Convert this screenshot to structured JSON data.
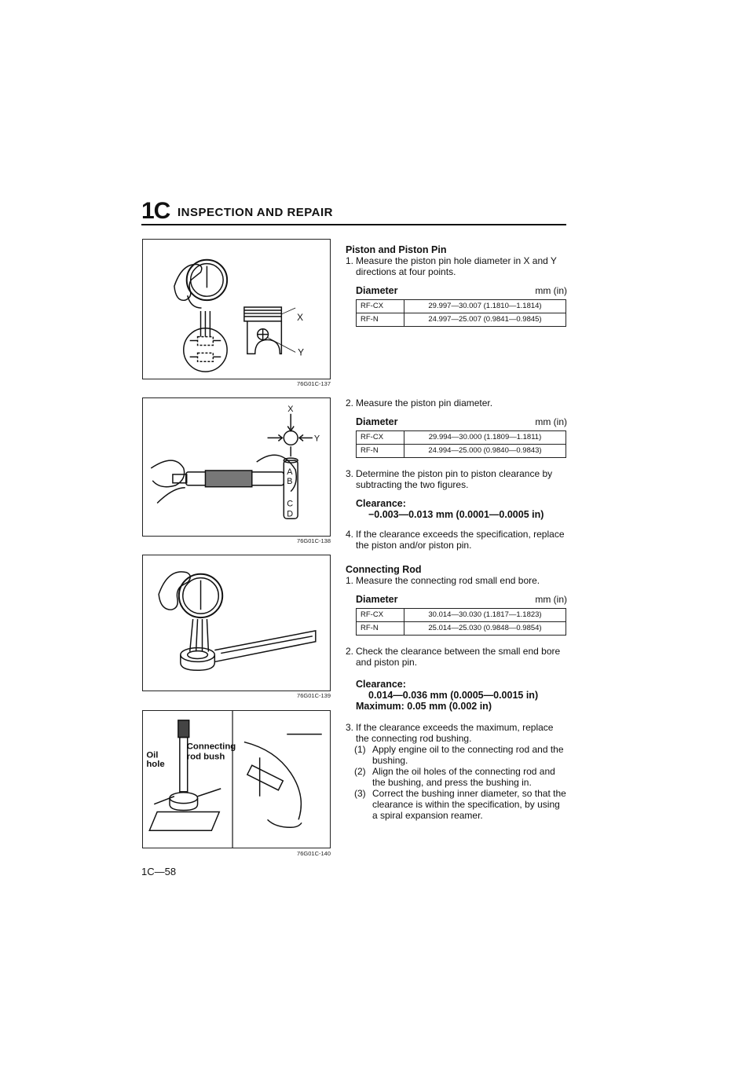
{
  "header": {
    "section_number": "1C",
    "title": "INSPECTION AND REPAIR"
  },
  "figures": [
    {
      "caption": "76G01C-137",
      "labels": [
        "X",
        "Y"
      ]
    },
    {
      "caption": "76G01C-138",
      "labels": [
        "X",
        "Y",
        "A",
        "B",
        "C",
        "D"
      ]
    },
    {
      "caption": "76G01C-139",
      "labels": []
    },
    {
      "caption": "76G01C-140",
      "labels": [
        "Oil",
        "hole",
        "Connecting",
        "rod bush"
      ]
    }
  ],
  "piston": {
    "heading": "Piston and Piston Pin",
    "step1": {
      "num": "1.",
      "text": "Measure the piston pin hole diameter in X and Y directions at four points."
    },
    "table1": {
      "label": "Diameter",
      "unit": "mm (in)",
      "rows": [
        {
          "model": "RF-CX",
          "value": "29.997—30.007 (1.1810—1.1814)"
        },
        {
          "model": "RF-N",
          "value": "24.997—25.007 (0.9841—0.9845)"
        }
      ]
    },
    "step2": {
      "num": "2.",
      "text": "Measure the piston pin diameter."
    },
    "table2": {
      "label": "Diameter",
      "unit": "mm (in)",
      "rows": [
        {
          "model": "RF-CX",
          "value": "29.994—30.000 (1.1809—1.1811)"
        },
        {
          "model": "RF-N",
          "value": "24.994—25.000 (0.9840—0.9843)"
        }
      ]
    },
    "step3": {
      "num": "3.",
      "text": "Determine the piston pin to piston clearance by subtracting the two figures."
    },
    "clearance_label": "Clearance:",
    "clearance_value": "−0.003—0.013 mm (0.0001—0.0005 in)",
    "step4": {
      "num": "4.",
      "text": "If the clearance exceeds the specification, replace the piston and/or piston pin."
    }
  },
  "rod": {
    "heading": "Connecting Rod",
    "step1": {
      "num": "1.",
      "text": "Measure the connecting rod small end bore."
    },
    "table": {
      "label": "Diameter",
      "unit": "mm (in)",
      "rows": [
        {
          "model": "RF-CX",
          "value": "30.014—30.030 (1.1817—1.1823)"
        },
        {
          "model": "RF-N",
          "value": "25.014—25.030 (0.9848—0.9854)"
        }
      ]
    },
    "step2": {
      "num": "2.",
      "text": "Check the clearance between the small end bore and piston pin."
    },
    "clearance_label": "Clearance:",
    "clearance_value": "0.014—0.036 mm (0.0005—0.0015 in)",
    "maximum": "Maximum: 0.05 mm (0.002 in)",
    "step3": {
      "num": "3.",
      "text": "If the clearance exceeds the maximum, replace the connecting rod bushing."
    },
    "substeps": [
      {
        "num": "(1)",
        "text": "Apply engine oil to the connecting rod and the bushing."
      },
      {
        "num": "(2)",
        "text": "Align the oil holes of the connecting rod and the bushing, and press the bushing in."
      },
      {
        "num": "(3)",
        "text": "Correct the bushing inner diameter, so that the clearance is within the specification, by using a spiral expansion reamer."
      }
    ]
  },
  "footer": {
    "page_number": "1C—58"
  }
}
